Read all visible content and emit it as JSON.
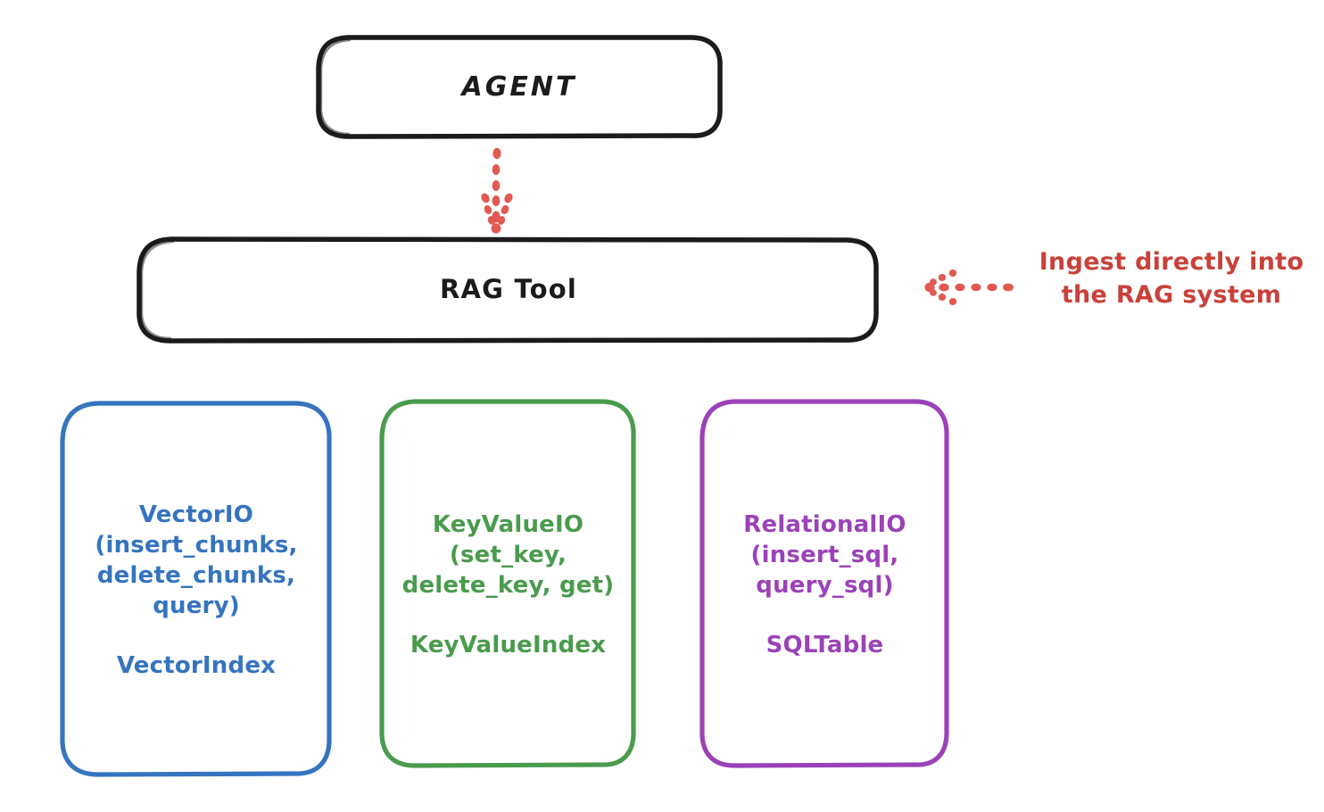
{
  "diagram": {
    "title": "RAG Tool architecture",
    "style": "hand-drawn whiteboard sketch",
    "background_color": "#ffffff"
  },
  "nodes": {
    "agent": {
      "label": "AGENT",
      "stroke_color": "#1b1b1b",
      "text_color": "#1b1b1b"
    },
    "rag_tool": {
      "label": "RAG Tool",
      "stroke_color": "#1b1b1b",
      "text_color": "#1b1b1b"
    },
    "vector_io": {
      "api_label": "VectorIO\n(insert_chunks,\ndelete_chunks,\nquery)",
      "resource_label": "VectorIndex",
      "color": "#3574bf"
    },
    "key_value_io": {
      "api_label": "KeyValueIO\n(set_key,\ndelete_key, get)",
      "resource_label": "KeyValueIndex",
      "color": "#4a9b4d"
    },
    "relational_io": {
      "api_label": "RelationalIO\n(insert_sql,\nquery_sql)",
      "resource_label": "SQLTable",
      "color": "#9b42b8"
    }
  },
  "annotations": {
    "ingest": {
      "text": "Ingest directly into\nthe RAG system",
      "color": "#c9413a"
    }
  },
  "connectors": {
    "agent_to_rag_tool": {
      "style": "dotted",
      "direction": "down",
      "color": "#e05a52",
      "icon": "dotted-arrow-down"
    },
    "ingest_to_rag_tool": {
      "style": "dotted",
      "direction": "left",
      "color": "#e05a52",
      "icon": "dotted-arrow-left"
    }
  }
}
